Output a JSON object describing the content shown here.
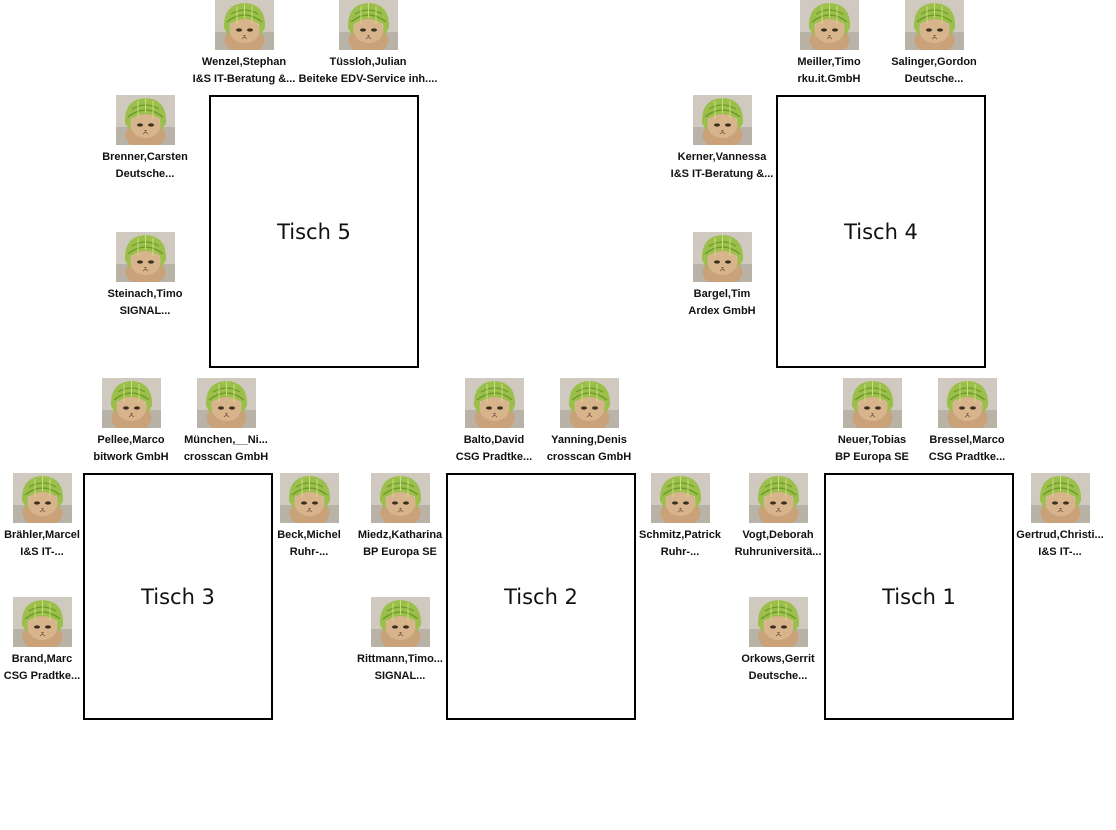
{
  "tables": {
    "t5": "Tisch 5",
    "t4": "Tisch 4",
    "t3": "Tisch 3",
    "t2": "Tisch 2",
    "t1": "Tisch 1"
  },
  "people": {
    "wenzel": {
      "name": "Wenzel,Stephan",
      "company": "I&S IT-Beratung &..."
    },
    "tuessloh": {
      "name": "Tüssloh,Julian",
      "company": "Beiteke EDV-Service inh...."
    },
    "meiller": {
      "name": "Meiller,Timo",
      "company": "rku.it.GmbH"
    },
    "salinger": {
      "name": "Salinger,Gordon",
      "company": "Deutsche..."
    },
    "brenner": {
      "name": "Brenner,Carsten",
      "company": "Deutsche..."
    },
    "steinach": {
      "name": "Steinach,Timo",
      "company": "SIGNAL..."
    },
    "kerner": {
      "name": "Kerner,Vannessa",
      "company": "I&S IT-Beratung &..."
    },
    "bargel": {
      "name": "Bargel,Tim",
      "company": "Ardex GmbH"
    },
    "pellee": {
      "name": "Pellee,Marco",
      "company": "bitwork GmbH"
    },
    "muenchen": {
      "name": "München,__Ni...",
      "company": "crosscan GmbH"
    },
    "balto": {
      "name": "Balto,David",
      "company": "CSG Pradtke..."
    },
    "yanning": {
      "name": "Yanning,Denis",
      "company": "crosscan GmbH"
    },
    "neuer": {
      "name": "Neuer,Tobias",
      "company": "BP Europa SE"
    },
    "bressel": {
      "name": "Bressel,Marco",
      "company": "CSG Pradtke..."
    },
    "braehler": {
      "name": "Brähler,Marcel",
      "company": "I&S IT-..."
    },
    "brand": {
      "name": "Brand,Marc",
      "company": "CSG Pradtke..."
    },
    "beck": {
      "name": "Beck,Michel",
      "company": "Ruhr-..."
    },
    "miedz": {
      "name": "Miedz,Katharina",
      "company": "BP Europa SE"
    },
    "rittmann": {
      "name": "Rittmann,Timo...",
      "company": "SIGNAL..."
    },
    "schmitz": {
      "name": "Schmitz,Patrick",
      "company": "Ruhr-..."
    },
    "vogt": {
      "name": "Vogt,Deborah",
      "company": "Ruhruniversitä..."
    },
    "orkows": {
      "name": "Orkows,Gerrit",
      "company": "Deutsche..."
    },
    "gertrud": {
      "name": "Gertrud,Christi...",
      "company": "I&S IT-..."
    }
  },
  "icons": {
    "avatar": "cat-with-melon-helmet-photo"
  },
  "colors": {
    "border": "#000000",
    "background": "#ffffff"
  }
}
